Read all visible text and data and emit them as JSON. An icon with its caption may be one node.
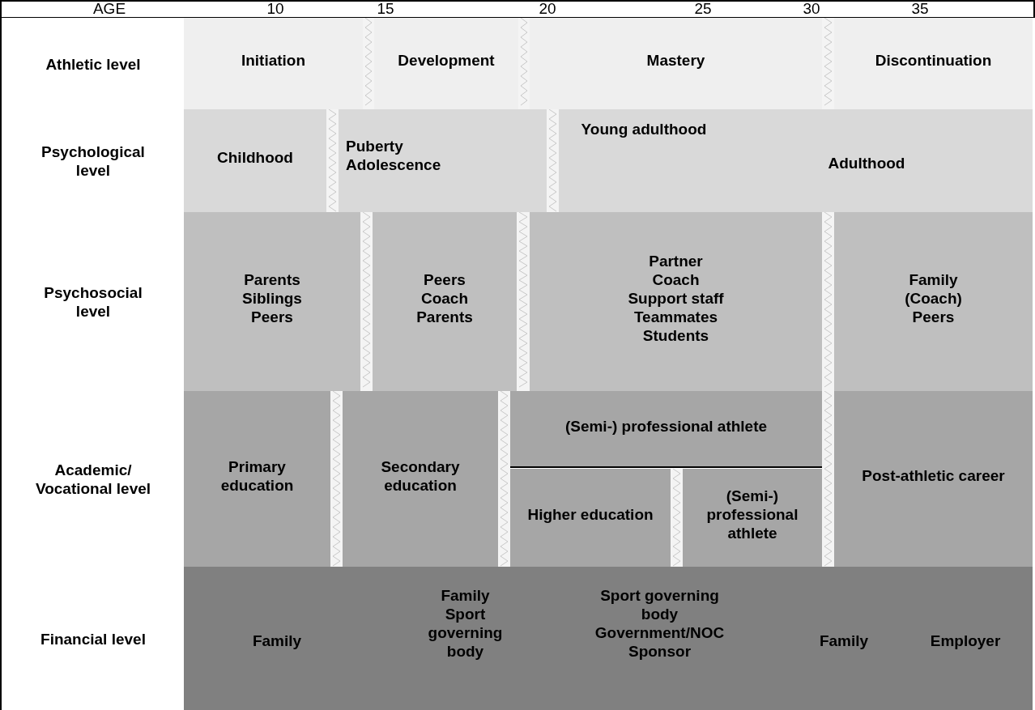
{
  "diagram": {
    "nodes": [
      {
        "text": [
          "Initiation"
        ]
      },
      {
        "text": [
          "Development"
        ]
      },
      {
        "text": [
          "Mastery"
        ]
      },
      {
        "text": [
          "Discontinuation"
        ]
      },
      {
        "text": [
          "Childhood"
        ]
      },
      {
        "text": [
          "Puberty",
          "Adolescence"
        ]
      },
      {
        "text": [
          "Young adulthood",
          "Adulthood"
        ]
      },
      {
        "text": [
          "Parents",
          "Siblings",
          "Peers"
        ]
      },
      {
        "text": [
          "Peers",
          "Coach",
          "Parents"
        ]
      },
      {
        "text": [
          "Partner",
          "Coach",
          "Support staff",
          "Teammates",
          "Students"
        ]
      },
      {
        "text": [
          "Family",
          "(Coach)",
          "Peers"
        ]
      },
      {
        "text": [
          "Primary education"
        ]
      },
      {
        "text": [
          "Secondary education"
        ]
      },
      {
        "text": [
          "(Semi-) professional athlete"
        ]
      },
      {
        "text": [
          "Higher education"
        ]
      },
      {
        "text": [
          "(Semi-) professional athlete"
        ]
      },
      {
        "text": [
          "Post-athletic career"
        ]
      },
      {
        "text": [
          "Family",
          "Family",
          "Sport governing body",
          "Sport governing body",
          "Government/NOC",
          "Sponsor",
          "Family",
          "Employer"
        ]
      }
    ],
    "labels": [
      "AGE",
      "10",
      "15",
      "20",
      "25",
      "30",
      "35",
      "Athletic level",
      "Psychological level",
      "Psychosocial level",
      "Academic/ Vocational level",
      "Financial level"
    ]
  }
}
